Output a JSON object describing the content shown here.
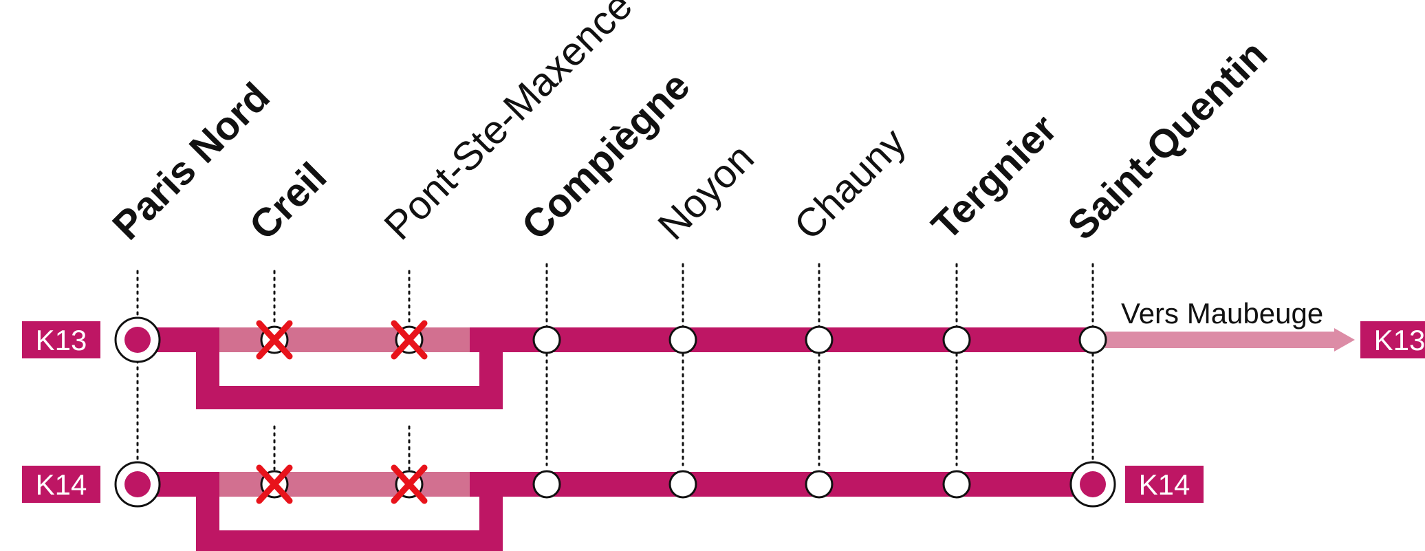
{
  "colors": {
    "line": "#be1664",
    "line_faded": "#d27090",
    "arrow": "#dc8ca6",
    "cross": "#e8131b",
    "text": "#111111"
  },
  "stations": [
    {
      "name": "Paris Nord",
      "major": true
    },
    {
      "name": "Creil",
      "major": true
    },
    {
      "name": "Pont-Ste-Maxence",
      "major": false
    },
    {
      "name": "Compiègne",
      "major": true
    },
    {
      "name": "Noyon",
      "major": false
    },
    {
      "name": "Chauny",
      "major": false
    },
    {
      "name": "Tergnier",
      "major": true
    },
    {
      "name": "Saint-Quentin",
      "major": true
    }
  ],
  "routes": [
    {
      "label": "K13",
      "end_label": "K13",
      "start_terminus": "Paris Nord",
      "end_terminus": null,
      "direction_text": "Vers Maubeuge",
      "skipped_stations": [
        "Creil",
        "Pont-Ste-Maxence"
      ],
      "continues_beyond": true
    },
    {
      "label": "K14",
      "end_label": "K14",
      "start_terminus": "Paris Nord",
      "end_terminus": "Saint-Quentin",
      "direction_text": null,
      "skipped_stations": [
        "Creil",
        "Pont-Ste-Maxence"
      ],
      "continues_beyond": false
    }
  ]
}
